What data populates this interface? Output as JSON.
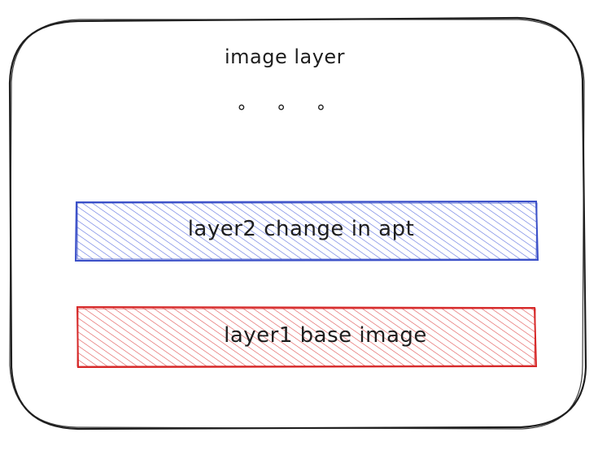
{
  "diagram": {
    "container": {
      "title": "image layer",
      "ellipsis": "∘ ∘ ∘"
    },
    "layers": [
      {
        "label": "layer2 change in apt",
        "stroke_color": "#3b50c8",
        "hatch_color": "#5b6fe0"
      },
      {
        "label": "layer1 base image",
        "stroke_color": "#d62828",
        "hatch_color": "#e05050"
      }
    ],
    "container_stroke": "#1e1e1e"
  }
}
